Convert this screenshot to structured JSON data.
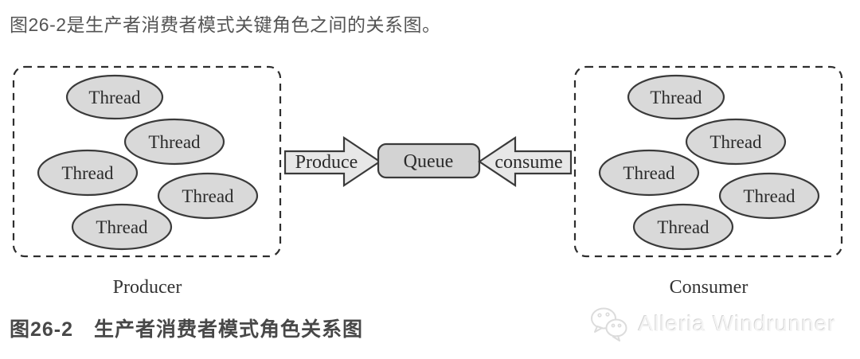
{
  "intro_text": "图26-2是生产者消费者模式关键角色之间的关系图。",
  "caption": "图26-2　生产者消费者模式角色关系图",
  "diagram": {
    "producer_group": {
      "label": "Producer",
      "threads": [
        "Thread",
        "Thread",
        "Thread",
        "Thread",
        "Thread"
      ]
    },
    "consumer_group": {
      "label": "Consumer",
      "threads": [
        "Thread",
        "Thread",
        "Thread",
        "Thread",
        "Thread"
      ]
    },
    "queue_label": "Queue",
    "produce_arrow_label": "Produce",
    "consume_arrow_label": "consume"
  },
  "watermark": {
    "text": "Alleria Windrunner",
    "icon": "wechat-icon"
  },
  "colors": {
    "background": "#ffffff",
    "ellipse_fill": "#d9d9d9",
    "arrow_fill": "#e7e7e7",
    "queue_fill": "#d3d3d3",
    "shape_stroke": "#3a3a3a",
    "dashed_border": "#2e2e2e",
    "diagram_text": "#2b2b2b",
    "intro_text_color": "#545454",
    "caption_color": "#484848",
    "watermark_color": "#f4f4f4"
  }
}
